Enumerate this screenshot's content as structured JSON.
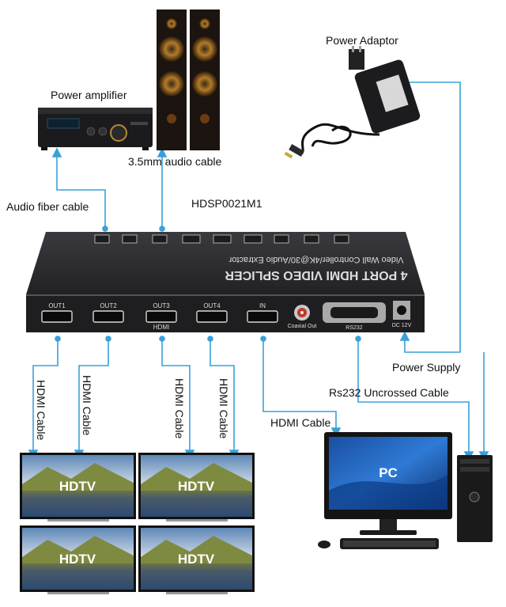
{
  "labels": {
    "power_amplifier": "Power amplifier",
    "audio_cable": "3.5mm audio cable",
    "audio_fiber_cable": "Audio fiber cable",
    "model": "HDSP0021M1",
    "power_adaptor": "Power Adaptor",
    "power_supply": "Power Supply",
    "rs232_cable": "Rs232 Uncrossed Cable",
    "hdmi_cable_in": "HDMI Cable",
    "hdmi_cable_out": "HDMI Cable",
    "pc": "PC",
    "tv": "HDTV"
  },
  "device": {
    "title": "4 PORT HDMI VIDEO SPLICER",
    "subtitle": "Video Wall Controller/4K@30/Audio Extractor",
    "ports": [
      "OUT1",
      "OUT2",
      "OUT3",
      "OUT4",
      "IN"
    ],
    "hdmi_label": "HDMI",
    "coaxial_label": "Coaxial Out",
    "rs232_label": "RS232",
    "dc_label": "DC 12V"
  },
  "colors": {
    "cable_line": "#3aa0d8",
    "device_body": "#1e1e20"
  }
}
